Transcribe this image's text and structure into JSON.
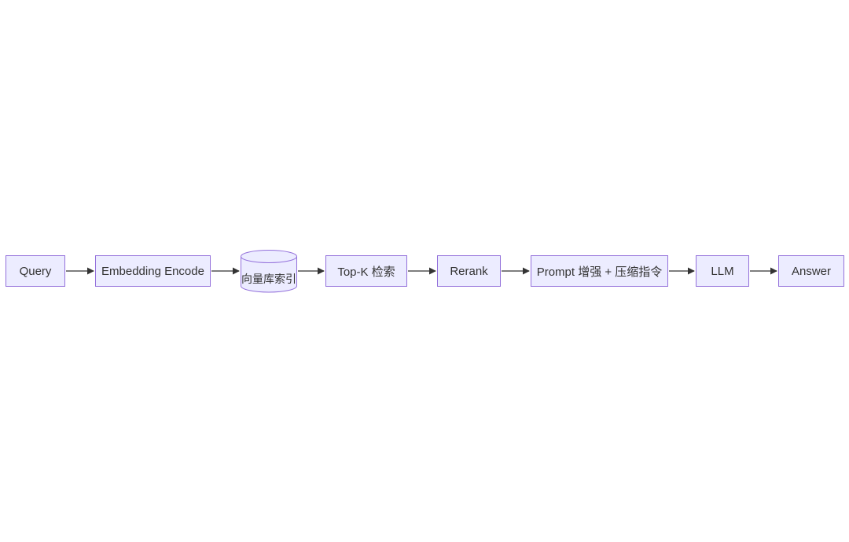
{
  "diagram": {
    "type": "flowchart",
    "direction": "left-to-right",
    "background": "#ffffff",
    "colors": {
      "node_fill": "#ECECFF",
      "node_border": "#9370DB",
      "edge_line": "#555555",
      "arrowhead": "#333333",
      "text": "#333333"
    },
    "nodes": [
      {
        "id": "query",
        "shape": "rect",
        "label": "Query"
      },
      {
        "id": "embedding-encode",
        "shape": "rect",
        "label": "Embedding Encode"
      },
      {
        "id": "vector-index",
        "shape": "cylinder",
        "label": "向量库索引"
      },
      {
        "id": "topk-retrieval",
        "shape": "rect",
        "label": "Top-K 检索"
      },
      {
        "id": "rerank",
        "shape": "rect",
        "label": "Rerank"
      },
      {
        "id": "prompt-augment",
        "shape": "rect",
        "label": "Prompt 增强 + 压缩指令"
      },
      {
        "id": "llm",
        "shape": "rect",
        "label": "LLM"
      },
      {
        "id": "answer",
        "shape": "rect",
        "label": "Answer"
      }
    ],
    "edges": [
      {
        "from": "query",
        "to": "embedding-encode"
      },
      {
        "from": "embedding-encode",
        "to": "vector-index"
      },
      {
        "from": "vector-index",
        "to": "topk-retrieval"
      },
      {
        "from": "topk-retrieval",
        "to": "rerank"
      },
      {
        "from": "rerank",
        "to": "prompt-augment"
      },
      {
        "from": "prompt-augment",
        "to": "llm"
      },
      {
        "from": "llm",
        "to": "answer"
      }
    ]
  }
}
